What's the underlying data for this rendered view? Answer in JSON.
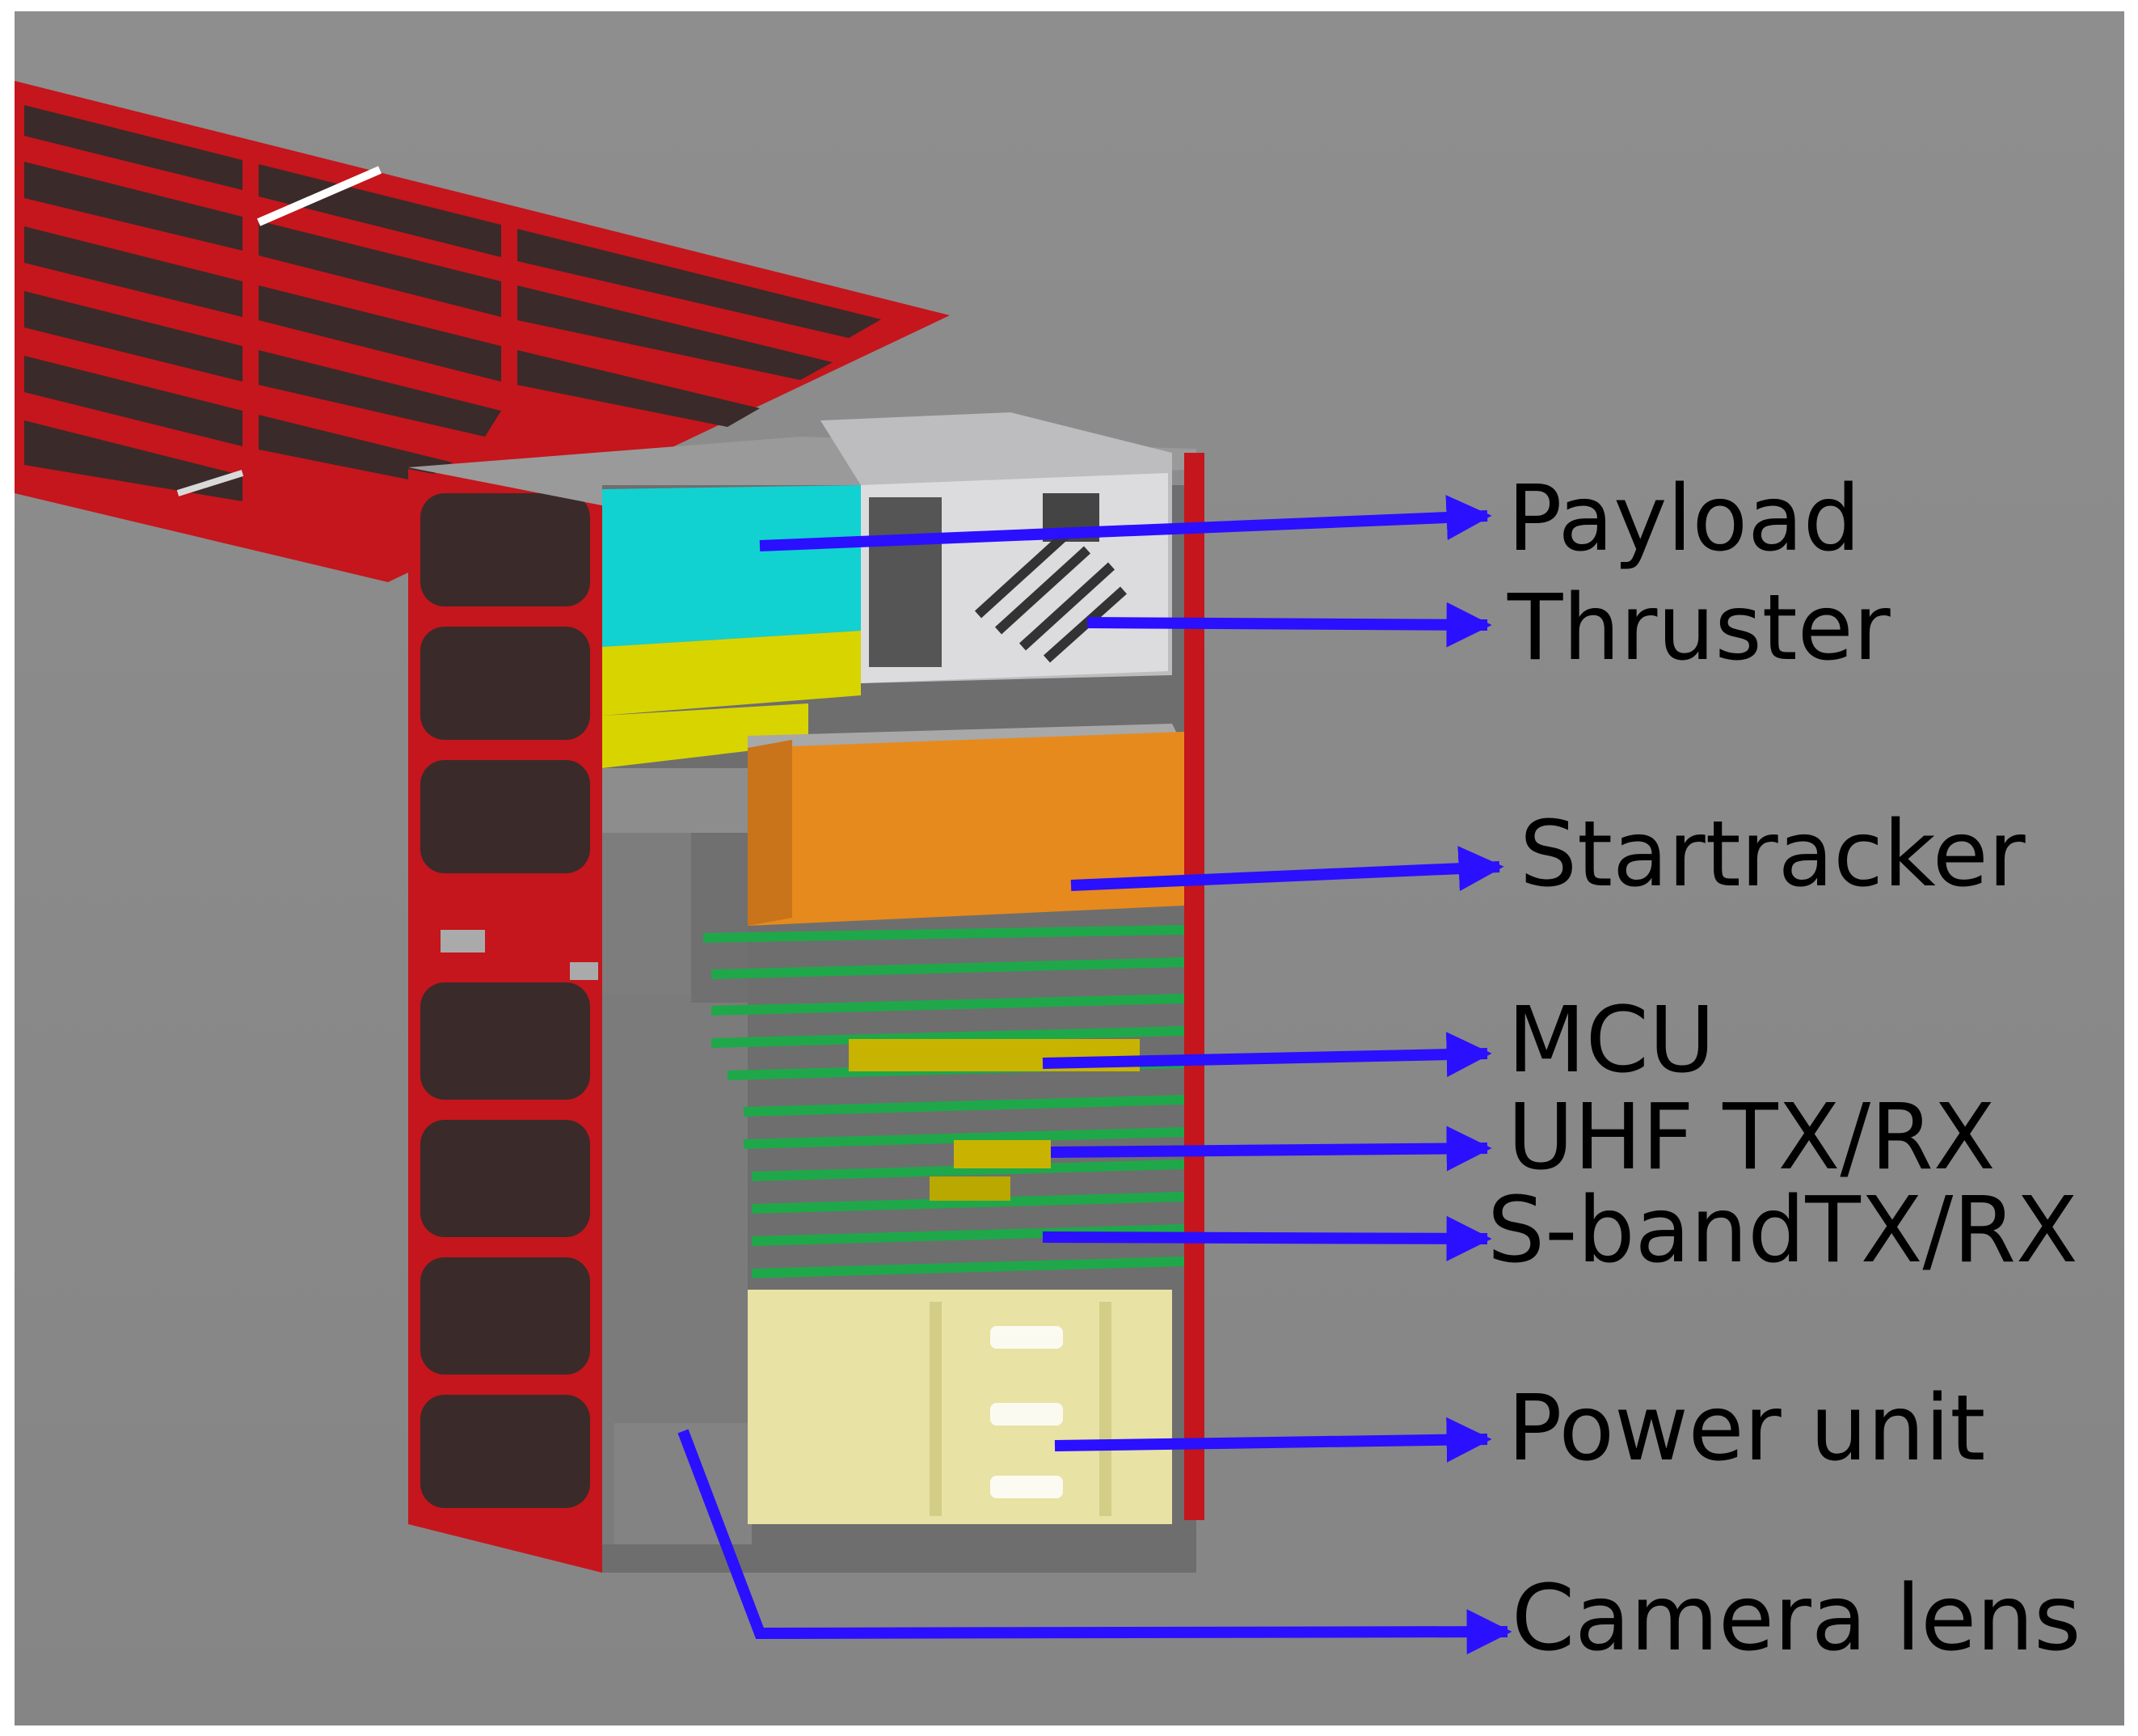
{
  "colors": {
    "background": "#8a8a8a",
    "frame": "#ffffff",
    "arrow": "#2a10ff",
    "label": "#000000",
    "solar_cell": "#3b2a2a",
    "solar_frame": "#c4161c",
    "payload": "#12d1d1",
    "payload_base": "#d8d400",
    "thruster": "#d9d9dc",
    "startracker": "#e68a1e",
    "pcb": "#1fa84a",
    "power_unit": "#e8e2a4",
    "camera": "#7b7b7b"
  },
  "callouts": [
    {
      "id": "payload",
      "label": "Payload"
    },
    {
      "id": "thruster",
      "label": "Thruster"
    },
    {
      "id": "startracker",
      "label": "Startracker"
    },
    {
      "id": "mcu",
      "label": "MCU"
    },
    {
      "id": "uhf",
      "label": "UHF TX/RX"
    },
    {
      "id": "sband",
      "label": "S-bandTX/RX"
    },
    {
      "id": "power",
      "label": "Power unit"
    },
    {
      "id": "camera",
      "label": "Camera lens"
    }
  ]
}
